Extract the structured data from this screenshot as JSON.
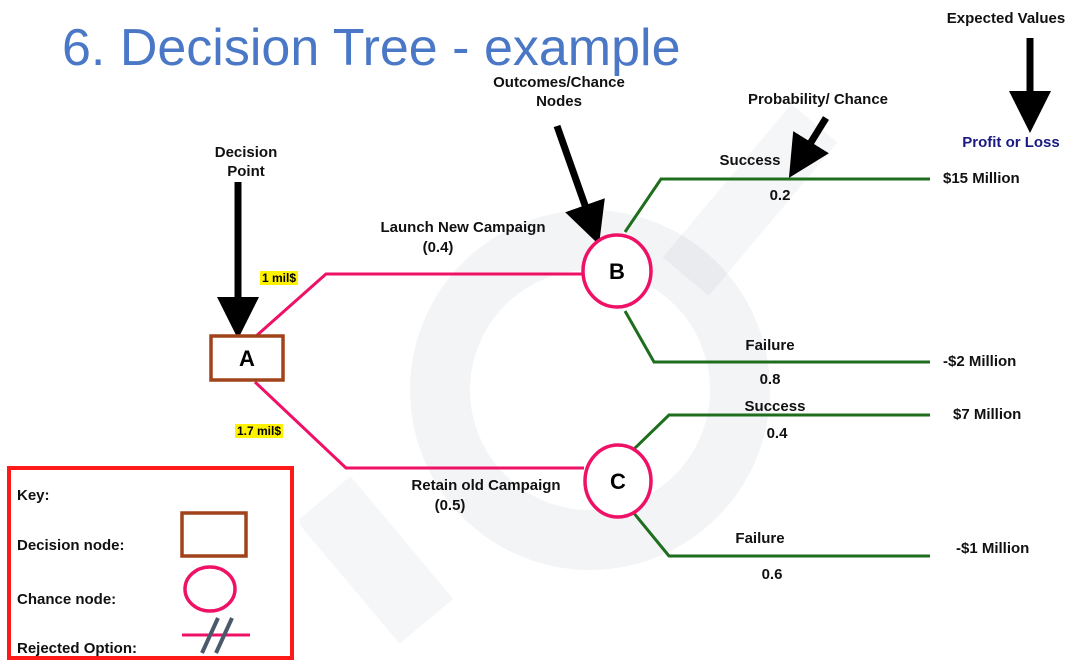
{
  "title": "6. Decision Tree - example",
  "annotations": {
    "expected_values": "Expected Values",
    "outcomes_line1": "Outcomes/Chance",
    "outcomes_line2": "Nodes",
    "probability": "Probability/ Chance",
    "profit_loss": "Profit or Loss",
    "decision_line1": "Decision",
    "decision_line2": "Point"
  },
  "nodes": {
    "decision": "A",
    "chance_b": "B",
    "chance_c": "C"
  },
  "branches": {
    "launch_label": "Launch New Campaign",
    "launch_prob": "(0.4)",
    "launch_cost": "1 mil$",
    "retain_label": "Retain old Campaign",
    "retain_prob": "(0.5)",
    "retain_cost": "1.7 mil$"
  },
  "outcomes": [
    {
      "label": "Success",
      "prob": "0.2",
      "value": "$15 Million"
    },
    {
      "label": "Failure",
      "prob": "0.8",
      "value": "-$2 Million"
    },
    {
      "label": "Success",
      "prob": "0.4",
      "value": "$7 Million"
    },
    {
      "label": "Failure",
      "prob": "0.6",
      "value": "-$1 Million"
    }
  ],
  "key": {
    "title": "Key:",
    "decision_node": "Decision node:",
    "chance_node": "Chance node:",
    "rejected_option": "Rejected Option:"
  },
  "colors": {
    "title": "#4a78c6",
    "decision_branch": "#ee1166",
    "outcome_branch": "#1e6e1e",
    "decision_node": "#a0421a",
    "chance_node": "#ee1166",
    "key_border": "#ff1a1a",
    "cost_highlight": "#fff200"
  }
}
